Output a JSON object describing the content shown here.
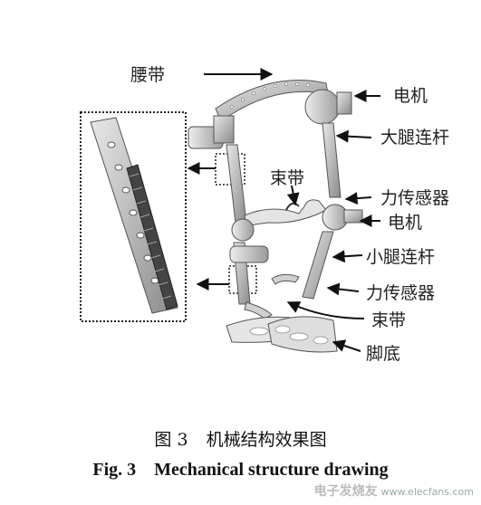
{
  "labels": {
    "waist_belt": "腰带",
    "motor_top": "电机",
    "thigh_link": "大腿连杆",
    "strap_upper": "束带",
    "force_sensor_upper": "力传感器",
    "motor_knee": "电机",
    "shank_link": "小腿连杆",
    "force_sensor_lower": "力传感器",
    "strap_lower": "束带",
    "sole": "脚底"
  },
  "caption": {
    "cn_number": "图 3",
    "cn_title": "机械结构效果图",
    "en_number": "Fig. 3",
    "en_title": "Mechanical structure drawing"
  },
  "watermark": {
    "logo": "电子发烧友",
    "text": "www.elecfans.com"
  }
}
